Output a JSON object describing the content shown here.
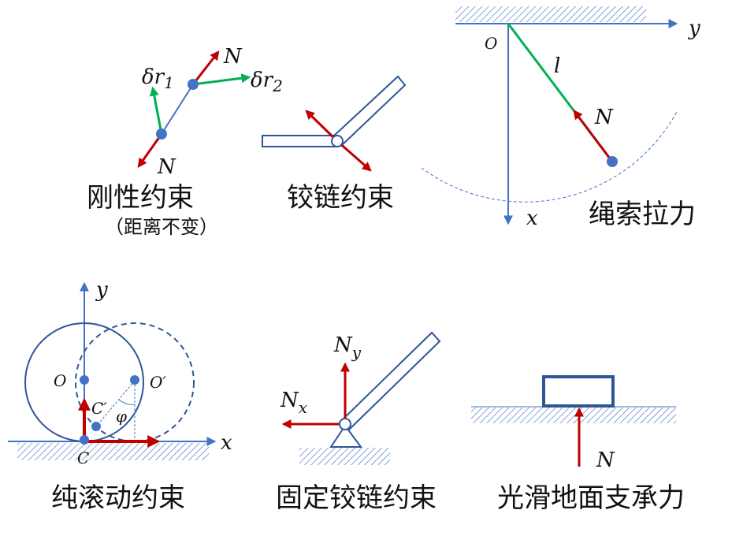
{
  "colors": {
    "blue": "#4472c4",
    "red": "#c00000",
    "green": "#00b050",
    "dark_blue": "#2f5597"
  },
  "panels": {
    "rigid": {
      "caption": "刚性约束",
      "sub": "（距离不变）",
      "dr1": "δr",
      "dr1_sub": "1",
      "dr2": "δr",
      "dr2_sub": "2",
      "n1": "N",
      "n2": "N"
    },
    "hinge": {
      "caption": "铰链约束"
    },
    "rope": {
      "caption": "绳索拉力",
      "y": "y",
      "x": "x",
      "o": "O",
      "l": "l",
      "n": "N"
    },
    "rolling": {
      "caption": "纯滚动约束",
      "y": "y",
      "x": "x",
      "o": "O",
      "o2": "O′",
      "c": "C",
      "c2": "C′",
      "phi": "φ"
    },
    "fixed_hinge": {
      "caption": "固定铰链约束",
      "nx": "N",
      "nx_sub": "x",
      "ny": "N",
      "ny_sub": "y"
    },
    "smooth": {
      "caption": "光滑地面支承力",
      "n": "N"
    }
  }
}
